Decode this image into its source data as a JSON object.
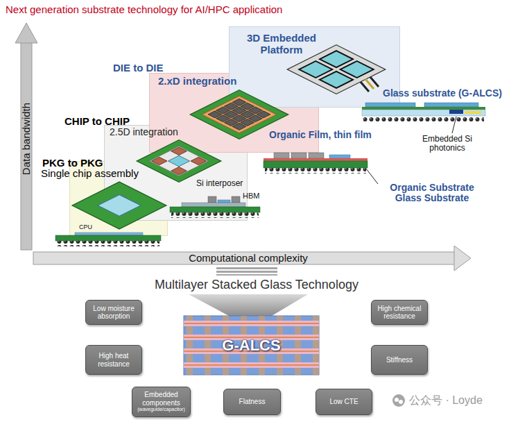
{
  "diagram": {
    "title": "Next generation substrate technology for AI/HPC application",
    "nodes": [
      {
        "text": [
          "PKG to PKG",
          "Single chip assembly"
        ]
      },
      {
        "text": [
          "CHIP to CHIP",
          "2.5D integration"
        ]
      },
      {
        "text": [
          "DIE to DIE",
          "2.xD integration"
        ]
      },
      {
        "text": [
          "3D Embedded Platform"
        ]
      },
      {
        "text": [
          "Low moisture absorption"
        ]
      },
      {
        "text": [
          "High chemical resistance"
        ]
      },
      {
        "text": [
          "G-ALCS"
        ]
      },
      {
        "text": [
          "High heat resistance"
        ]
      },
      {
        "text": [
          "Stiffness"
        ]
      },
      {
        "text": [
          "Embedded components",
          "(waveguide/capacitor)"
        ]
      },
      {
        "text": [
          "Flatness"
        ]
      },
      {
        "text": [
          "Low CTE"
        ]
      }
    ],
    "labels": [
      "Data bandwidth",
      "Computational complexity",
      "CPU",
      "Si interposer",
      "HBM",
      "Glass substrate (G-ALCS)",
      "Embedded Si photonics",
      "Organic Film, thin film",
      "Organic Substrate Glass Substrate",
      "Multilayer Stacked Glass Technology",
      "公众号 · Loyde"
    ]
  }
}
